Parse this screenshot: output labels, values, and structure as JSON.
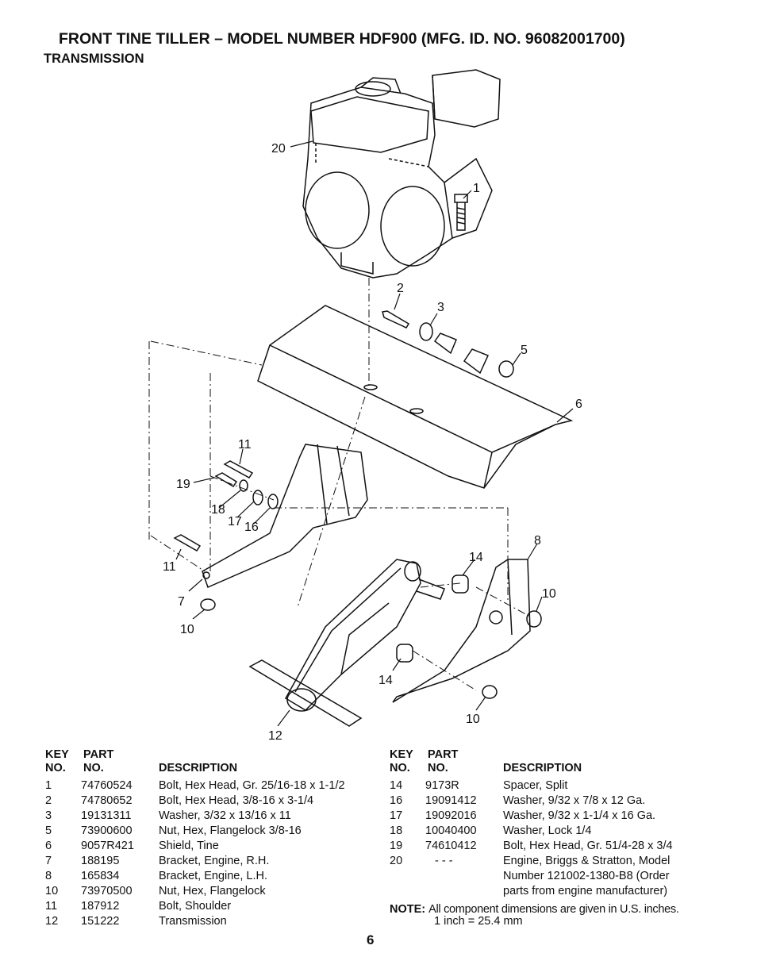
{
  "title": "FRONT TINE TILLER – MODEL NUMBER HDF900 (MFG. ID. NO. 96082001700)",
  "subtitle": "TRANSMISSION",
  "callouts": [
    "20",
    "1",
    "2",
    "3",
    "5",
    "6",
    "11",
    "19",
    "18",
    "17",
    "16",
    "11",
    "7",
    "10",
    "8",
    "14",
    "10",
    "14",
    "10",
    "12"
  ],
  "table_headers": {
    "key_line1": "KEY",
    "key_line2": "NO.",
    "part_line1": "PART",
    "part_line2": "NO.",
    "description": "DESCRIPTION"
  },
  "left_rows": [
    {
      "key": "1",
      "part": "74760524",
      "desc": "Bolt, Hex Head, Gr. 25/16-18 x 1-1/2"
    },
    {
      "key": "2",
      "part": "74780652",
      "desc": "Bolt, Hex Head, 3/8-16 x 3-1/4"
    },
    {
      "key": "3",
      "part": "19131311",
      "desc": "Washer, 3/32 x 13/16 x 11"
    },
    {
      "key": "5",
      "part": "73900600",
      "desc": "Nut, Hex, Flangelock 3/8-16"
    },
    {
      "key": "6",
      "part": "9057R421",
      "desc": "Shield, Tine"
    },
    {
      "key": "7",
      "part": "188195",
      "desc": "Bracket, Engine, R.H."
    },
    {
      "key": "8",
      "part": "165834",
      "desc": "Bracket, Engine, L.H."
    },
    {
      "key": "10",
      "part": "73970500",
      "desc": "Nut, Hex, Flangelock"
    },
    {
      "key": "11",
      "part": "187912",
      "desc": "Bolt, Shoulder"
    },
    {
      "key": "12",
      "part": "151222",
      "desc": "Transmission"
    }
  ],
  "right_rows": [
    {
      "key": "14",
      "part": "9173R",
      "desc": "Spacer, Split"
    },
    {
      "key": "16",
      "part": "19091412",
      "desc": "Washer, 9/32 x 7/8 x 12 Ga."
    },
    {
      "key": "17",
      "part": "19092016",
      "desc": "Washer, 9/32 x 1-1/4 x 16 Ga."
    },
    {
      "key": "18",
      "part": "10040400",
      "desc": "Washer, Lock  1/4"
    },
    {
      "key": "19",
      "part": "74610412",
      "desc": "Bolt, Hex Head, Gr. 51/4-28 x 3/4"
    },
    {
      "key": "20",
      "part": "- - -",
      "desc": "Engine, Briggs & Stratton, Model"
    },
    {
      "key": "",
      "part": "",
      "desc": "Number 121002-1380-B8 (Order"
    },
    {
      "key": "",
      "part": "",
      "desc": "parts from engine manufacturer)"
    }
  ],
  "note": {
    "label": "NOTE:",
    "line1": "All component dimensions are given in U.S. inches.",
    "line2": "1 inch = 25.4 mm"
  },
  "page_number": "6"
}
